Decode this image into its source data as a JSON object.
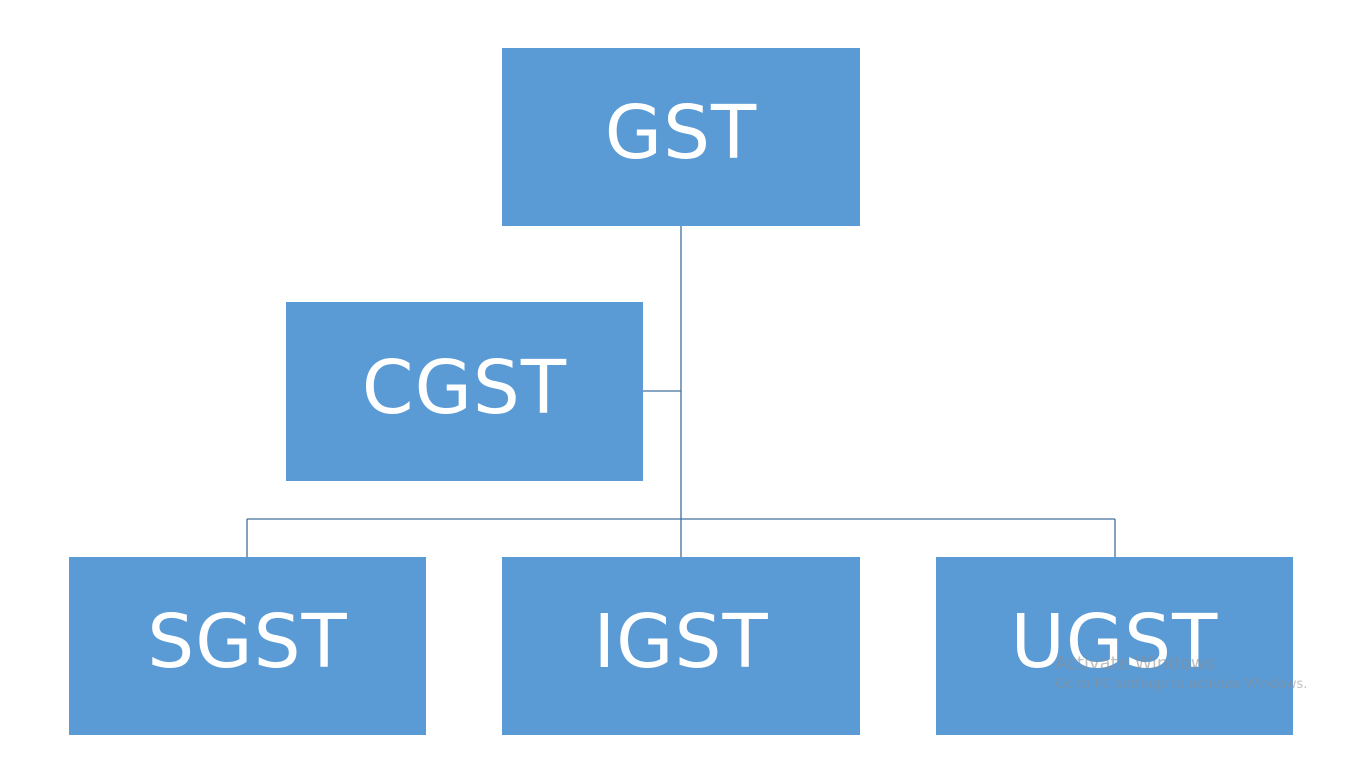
{
  "diagram": {
    "root": {
      "label": "GST"
    },
    "assistant": {
      "label": "CGST"
    },
    "children": [
      {
        "label": "SGST"
      },
      {
        "label": "IGST"
      },
      {
        "label": "UGST"
      }
    ]
  },
  "colors": {
    "node_fill": "#5b9bd5",
    "node_text": "#ffffff",
    "connector": "#41719c",
    "background": "#ffffff"
  },
  "watermark": {
    "title": "Activate Windows",
    "subtitle": "Go to PC settings to activate Windows."
  }
}
